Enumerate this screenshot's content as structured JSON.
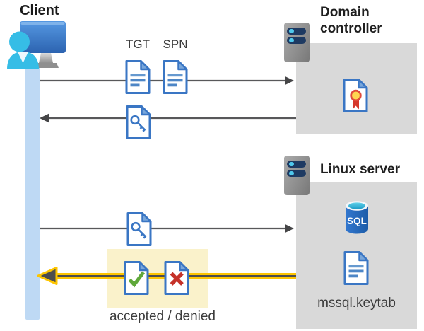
{
  "client": {
    "label": "Client"
  },
  "domain_controller": {
    "title": "Domain controller"
  },
  "linux_server": {
    "title": "Linux server",
    "keytab_file": "mssql.keytab"
  },
  "sql_icon_label": "SQL",
  "messages": {
    "tgt": "TGT",
    "spn": "SPN",
    "result": "accepted / denied"
  },
  "icons": {
    "client": "monitor-user-icon",
    "domain_controller": "server-icon",
    "linux_server": "server-icon",
    "tgt": "document-icon",
    "spn": "document-icon",
    "service_ticket": "key-document-icon",
    "certificate": "certificate-document-icon",
    "database": "sql-database-icon",
    "keytab": "document-icon",
    "accepted": "check-document-icon",
    "denied": "cross-document-icon"
  },
  "colors": {
    "doc_border_blue": "#3a76c4",
    "doc_fold_blue": "#79a7db",
    "box_gray": "#d9d9d9",
    "highlight_yellow": "#faf2cb",
    "accent_gold": "#ffc20e",
    "arrow_gray": "#58585a",
    "client_bar_blue": "#bed9f4",
    "check_green": "#5fa83a",
    "cross_red": "#c53229",
    "sql_blue": "#1f63b5",
    "person_cyan": "#36bde6"
  }
}
